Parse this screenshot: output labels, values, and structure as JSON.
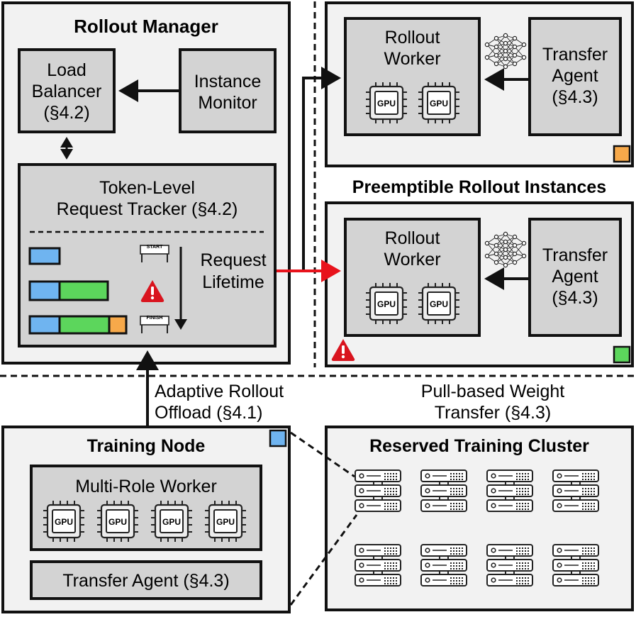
{
  "rollout_manager": {
    "title": "Rollout Manager",
    "load_balancer": {
      "line1": "Load",
      "line2": "Balancer",
      "line3": "(§4.2)"
    },
    "instance_monitor": {
      "line1": "Instance",
      "line2": "Monitor"
    },
    "tracker": {
      "line1": "Token-Level",
      "line2": "Request Tracker (§4.2)",
      "request_label1": "Request",
      "request_label2": "Lifetime",
      "start_sign": "START",
      "finish_sign": "FINISH"
    }
  },
  "rollout_instances": {
    "title": "Preemptible Rollout Instances",
    "worker": {
      "line1": "Rollout",
      "line2": "Worker"
    },
    "agent": {
      "line1": "Transfer",
      "line2": "Agent",
      "line3": "(§4.3)"
    }
  },
  "gpu_label": "GPU",
  "connections": {
    "offload_line1": "Adaptive Rollout",
    "offload_line2": "Offload (§4.1)",
    "pull_line1": "Pull-based Weight",
    "pull_line2": "Transfer (§4.3)"
  },
  "training_node": {
    "title": "Training Node",
    "worker": "Multi-Role Worker",
    "agent": "Transfer Agent (§4.3)"
  },
  "training_cluster": {
    "title": "Reserved Training Cluster"
  },
  "colors": {
    "blue": "#6fb4f0",
    "green": "#5cd65c",
    "orange": "#f7a94a",
    "red": "#e8131c",
    "warning": "#d9141e"
  }
}
